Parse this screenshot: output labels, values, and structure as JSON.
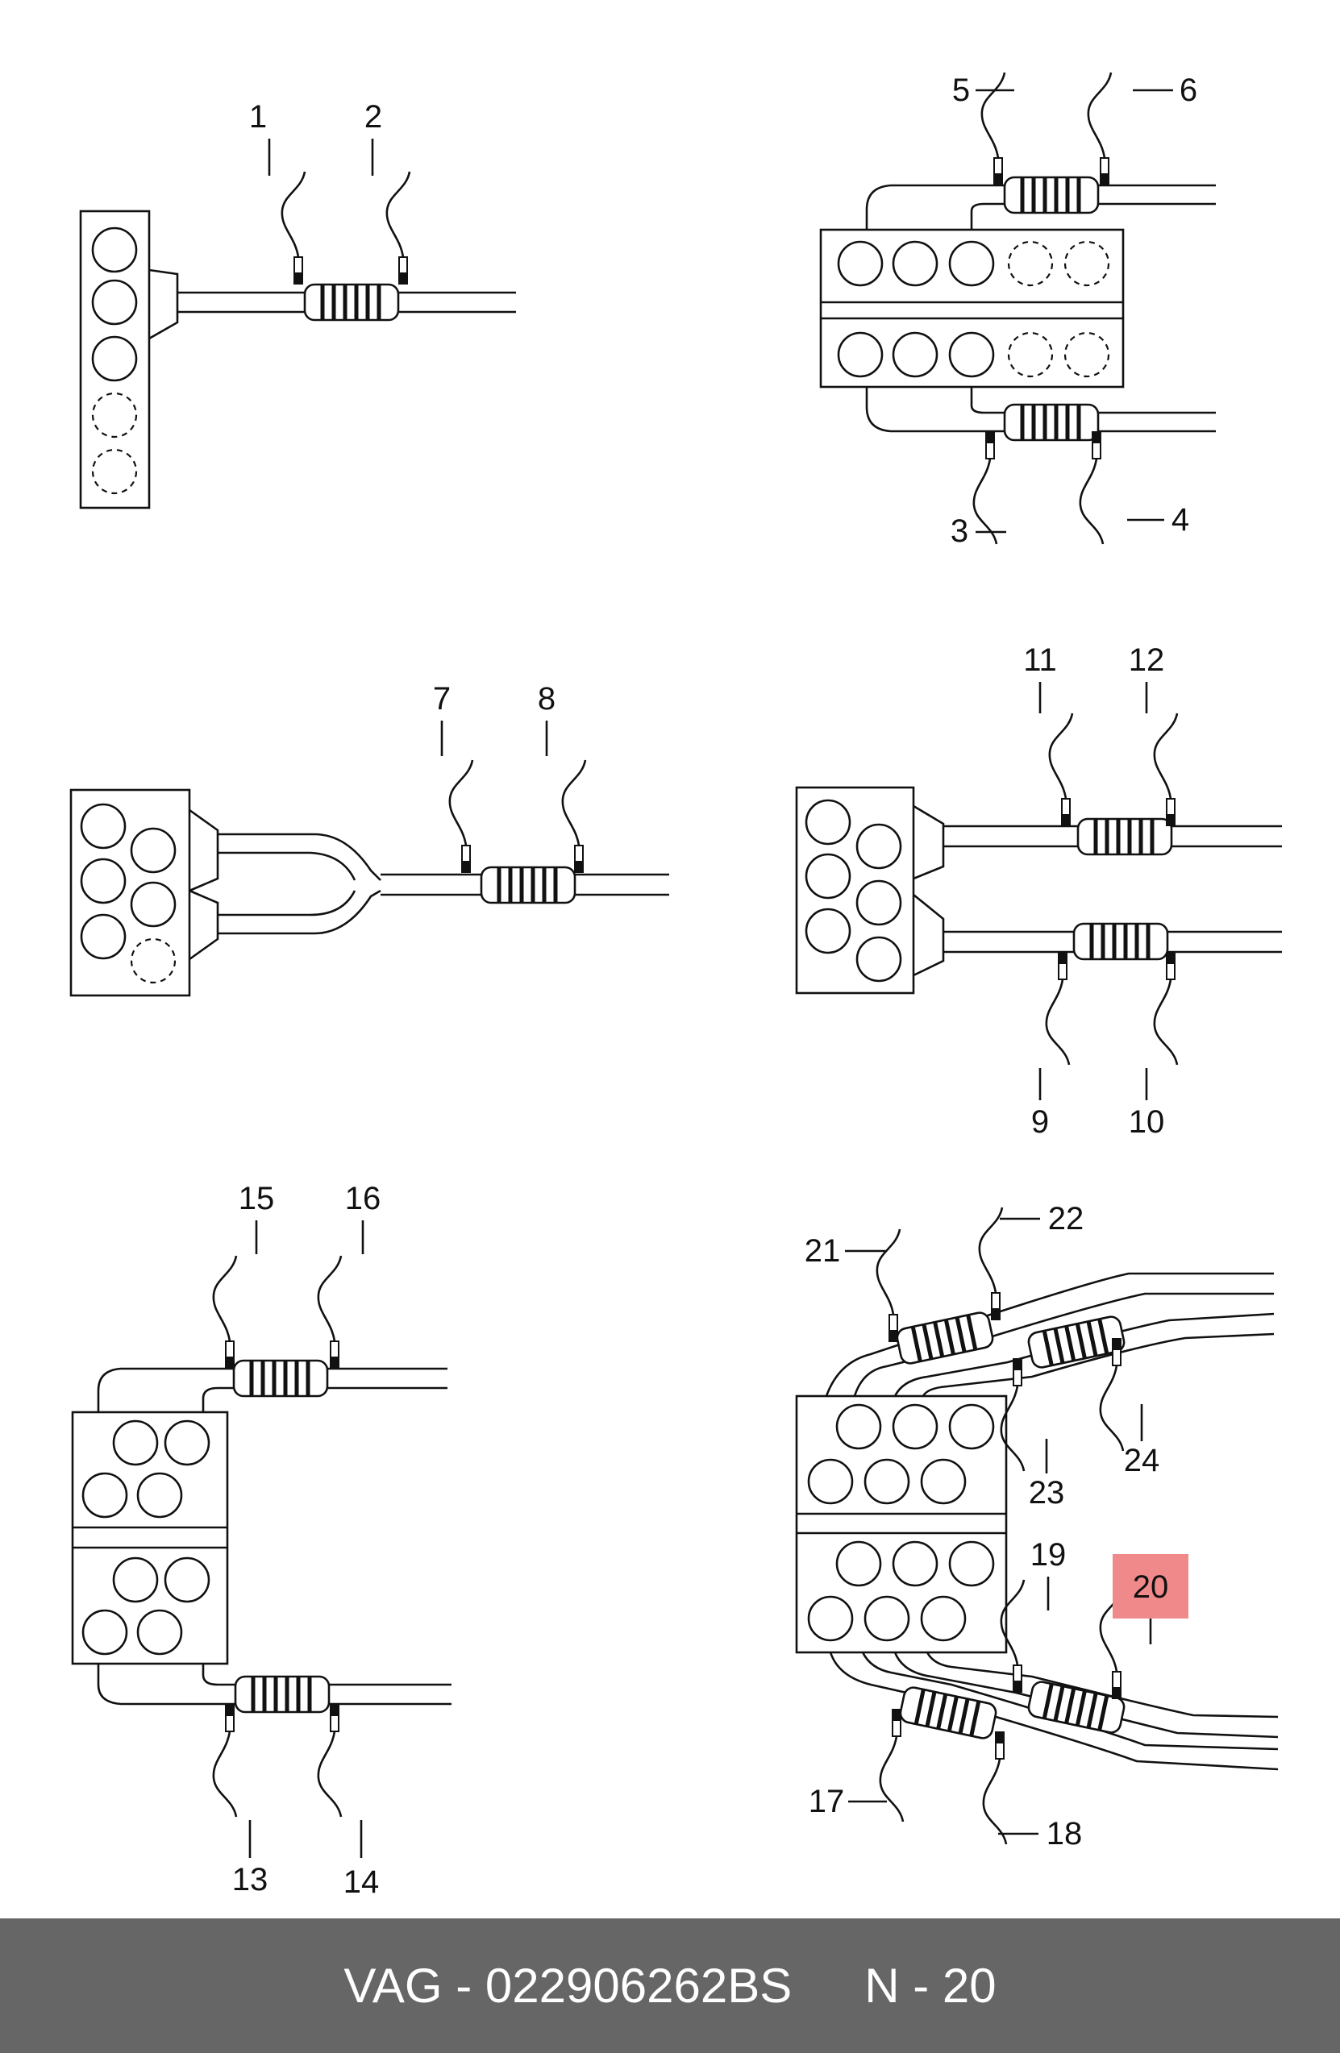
{
  "footer": {
    "part": "VAG - 022906262BS",
    "position": "N - 20"
  },
  "diagram": {
    "labels": [
      "1",
      "2",
      "3",
      "4",
      "5",
      "6",
      "7",
      "8",
      "9",
      "10",
      "11",
      "12",
      "13",
      "14",
      "15",
      "16",
      "17",
      "18",
      "19",
      "20",
      "21",
      "22",
      "23",
      "24"
    ],
    "highlighted_label": "20",
    "highlight_color": "#f08a8a"
  }
}
